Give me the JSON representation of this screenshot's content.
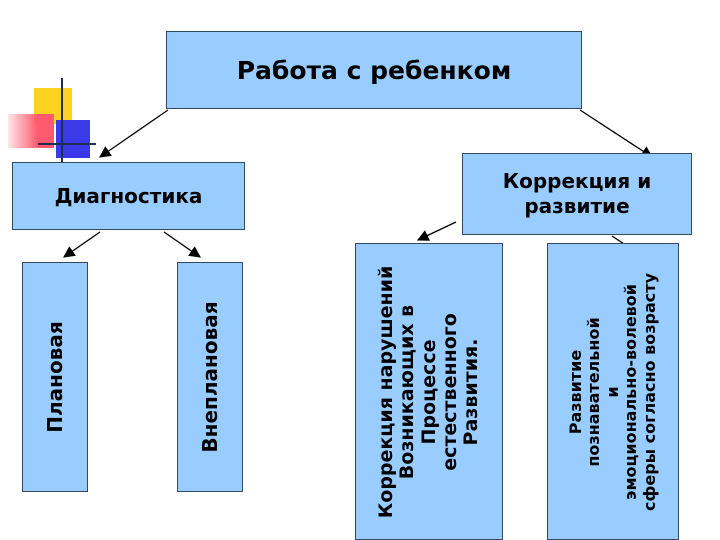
{
  "title": "Работа с ребенком",
  "diagnostics": {
    "label": "Диагностика",
    "children": [
      "Плановая",
      "Внеплановая"
    ]
  },
  "correction": {
    "label": "Коррекция и развитие",
    "children": [
      "Коррекция нарушений\nВозникающих в\nПроцессе\nестественного\nРазвития.",
      "Развитие\nпознавательной\nи\nэмоционально-волевой\nсферы согласно возрасту"
    ]
  },
  "colors": {
    "box_fill": "#99CCFF",
    "box_border": "#33495e",
    "accent_yellow": "#FFD21F",
    "accent_red": "#FF5A6E",
    "accent_blue": "#3A3AE8"
  }
}
